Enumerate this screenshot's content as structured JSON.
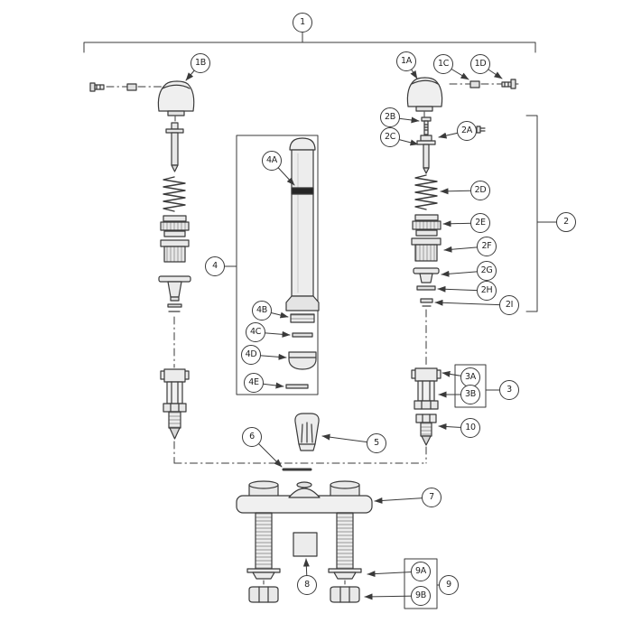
{
  "colors": {
    "line": "#3a3a3a",
    "oring": "#262626",
    "background": "#ffffff"
  },
  "callouts": {
    "n1": "1",
    "n1A": "1A",
    "n1B": "1B",
    "n1C": "1C",
    "n1D": "1D",
    "n2": "2",
    "n2A": "2A",
    "n2B": "2B",
    "n2C": "2C",
    "n2D": "2D",
    "n2E": "2E",
    "n2F": "2F",
    "n2G": "2G",
    "n2H": "2H",
    "n2I": "2I",
    "n3": "3",
    "n3A": "3A",
    "n3B": "3B",
    "n4": "4",
    "n4A": "4A",
    "n4B": "4B",
    "n4C": "4C",
    "n4D": "4D",
    "n4E": "4E",
    "n5": "5",
    "n6": "6",
    "n7": "7",
    "n8": "8",
    "n9": "9",
    "n9A": "9A",
    "n9B": "9B",
    "n10": "10"
  }
}
